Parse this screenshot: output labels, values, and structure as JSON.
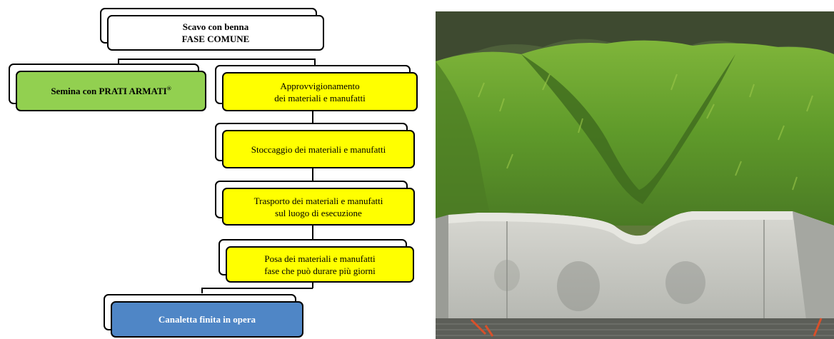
{
  "diagram": {
    "common_phase": {
      "line1": "Scavo con benna",
      "line2": "FASE COMUNE"
    },
    "seeding": {
      "label": "Semina con PRATI ARMATI",
      "mark": "®"
    },
    "steps": [
      {
        "line1": "Approvvigionamento",
        "line2": "dei materiali e manufatti"
      },
      {
        "line1": "Stoccaggio dei materiali e manufatti",
        "line2": ""
      },
      {
        "line1": "Trasporto dei materiali e manufatti",
        "line2": "sul luogo di esecuzione"
      },
      {
        "line1": "Posa dei materiali e manufatti",
        "line2": "fase che può durare più giorni"
      }
    ],
    "final": {
      "label": "Canaletta finita in opera"
    }
  },
  "colors": {
    "green": "#92d050",
    "yellow": "#ffff00",
    "blue": "#4f86c6"
  },
  "photo": {
    "subject": "grassy-slope-with-concrete-channel"
  }
}
